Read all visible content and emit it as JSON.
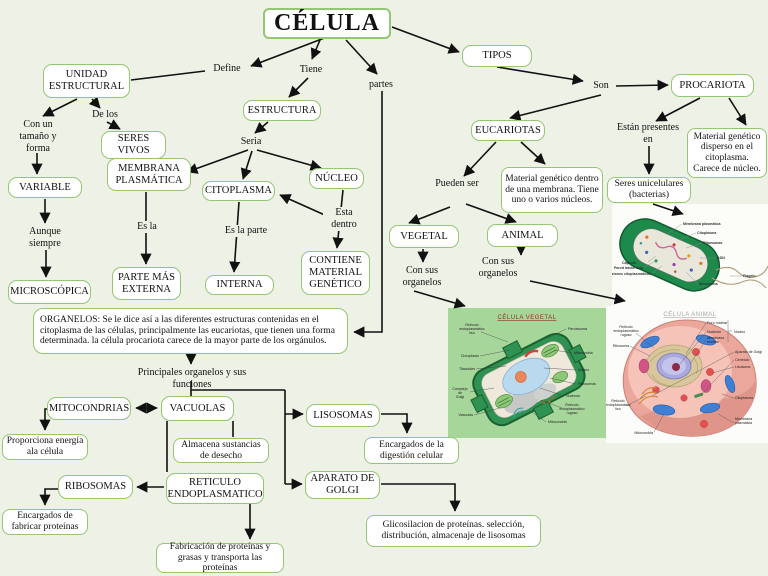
{
  "title": "CÉLULA",
  "boxes": {
    "unidad": "UNIDAD ESTRUCTURAL",
    "tipos": "TIPOS",
    "estructura": "ESTRUCTURA",
    "procariota": "PROCARIOTA",
    "eucariotas": "EUCARIOTAS",
    "seres_vivos": "SERES VIVOS",
    "membrana": "MEMBRANA PLASMÁTICA",
    "citoplasma": "CITOPLASMA",
    "nucleo": "NÚCLEO",
    "variable": "VARIABLE",
    "microscopica": "MICROSCÓPICA",
    "parte_externa": "PARTE MÁS EXTERNA",
    "interna": "INTERNA",
    "contiene": "CONTIENE MATERIAL GENÉTICO",
    "vegetal": "VEGETAL",
    "animal": "ANIMAL",
    "material_disperso": "Material genético disperso en el citoplasma. Carece de núcleo.",
    "material_membrana": "Material genético dentro de una membrana. Tiene uno o varios núcleos.",
    "seres_unicelulares": "Seres unicelulares (bacterias)",
    "organelos": "ORGANELOS: Se le dice así a las diferentes estructuras contenidas en el citoplasma de las células, principalmente las eucariotas, que tienen una forma determinada. la célula procariota carece de la mayor parte de los orgánulos.",
    "mitocondrias": "MITOCONDRIAS",
    "vacuolas": "VACUOLAS",
    "lisosomas": "LISOSOMAS",
    "proporciona": "Proporciona energía ala célula",
    "almacena": "Almacena sustancias de desecho",
    "digestion": "Encargados de la digestión celular",
    "ribosomas": "RIBOSOMAS",
    "reticulo": "RETICULO ENDOPLASMATICO",
    "golgi": "APARATO DE GOLGI",
    "fabricar": "Encargados de fabricar proteínas",
    "glicosilacion": "Glicosilacion de proteínas. selección, distribución, almacenaje de lisosomas",
    "fabricacion": "Fabricación de proteínas y grasas y transporta las proteínas"
  },
  "labels": {
    "define": "Define",
    "tiene": "Tiene",
    "partes": "partes",
    "son": "Son",
    "de_los": "De los",
    "con_un": "Con un tamaño y forma",
    "seria": "Seria",
    "es_la": "Es la",
    "es_la_parte": "Es la parte",
    "esta_dentro": "Esta dentro",
    "aunque": "Aunque siempre",
    "pueden_ser": "Pueden ser",
    "estan": "Están presentes en",
    "con_sus_vegetal": "Con sus organelos",
    "con_sus_animal": "Con sus organelos",
    "principales": "Principales organelos y sus funciones"
  },
  "images": {
    "bacteria": {
      "labels": [
        "Membrana plasmática",
        "Citoplasma",
        "Ribosomas",
        "ADN",
        "Flagelo",
        "Mesosoma",
        "Cápsula",
        "Pared bacteriana",
        "Inclusiones citoplasmáticas"
      ]
    },
    "vegetal": {
      "title": "CÉLULA VEGETAL",
      "labels": [
        "Retículo endoplasmático liso",
        "Peroxisoma",
        "Cloroplasto",
        "Mitocondria",
        "Tilacoides",
        "Núcleo",
        "Ribosomas",
        "Complejo de Golgi",
        "Nucleolo",
        "Retículo endoplasmático rugoso",
        "Vacuolas",
        "Mitocondria"
      ]
    },
    "animal": {
      "title": "CÉLULA ANIMAL",
      "labels": [
        "Retículo endoplasmático rugoso",
        "Ribosoma",
        "Poro nuclear",
        "Nucleolo",
        "Membrana nuclear",
        "Núcleo",
        "Aparato de Golgi",
        "Centriolo",
        "Lisosoma",
        "Citoplasma",
        "Retículo endoplasmático liso",
        "Mitocondria",
        "Membrana plasmática"
      ]
    }
  },
  "colors": {
    "background": "#edf1e6",
    "box_border": "#95c674",
    "box_fill": "#ffffff",
    "arrow": "#111111",
    "vegetal_bg": "#a7d69b",
    "vegetal_title": "#8b3020",
    "animal_title": "#a8a8a8"
  }
}
